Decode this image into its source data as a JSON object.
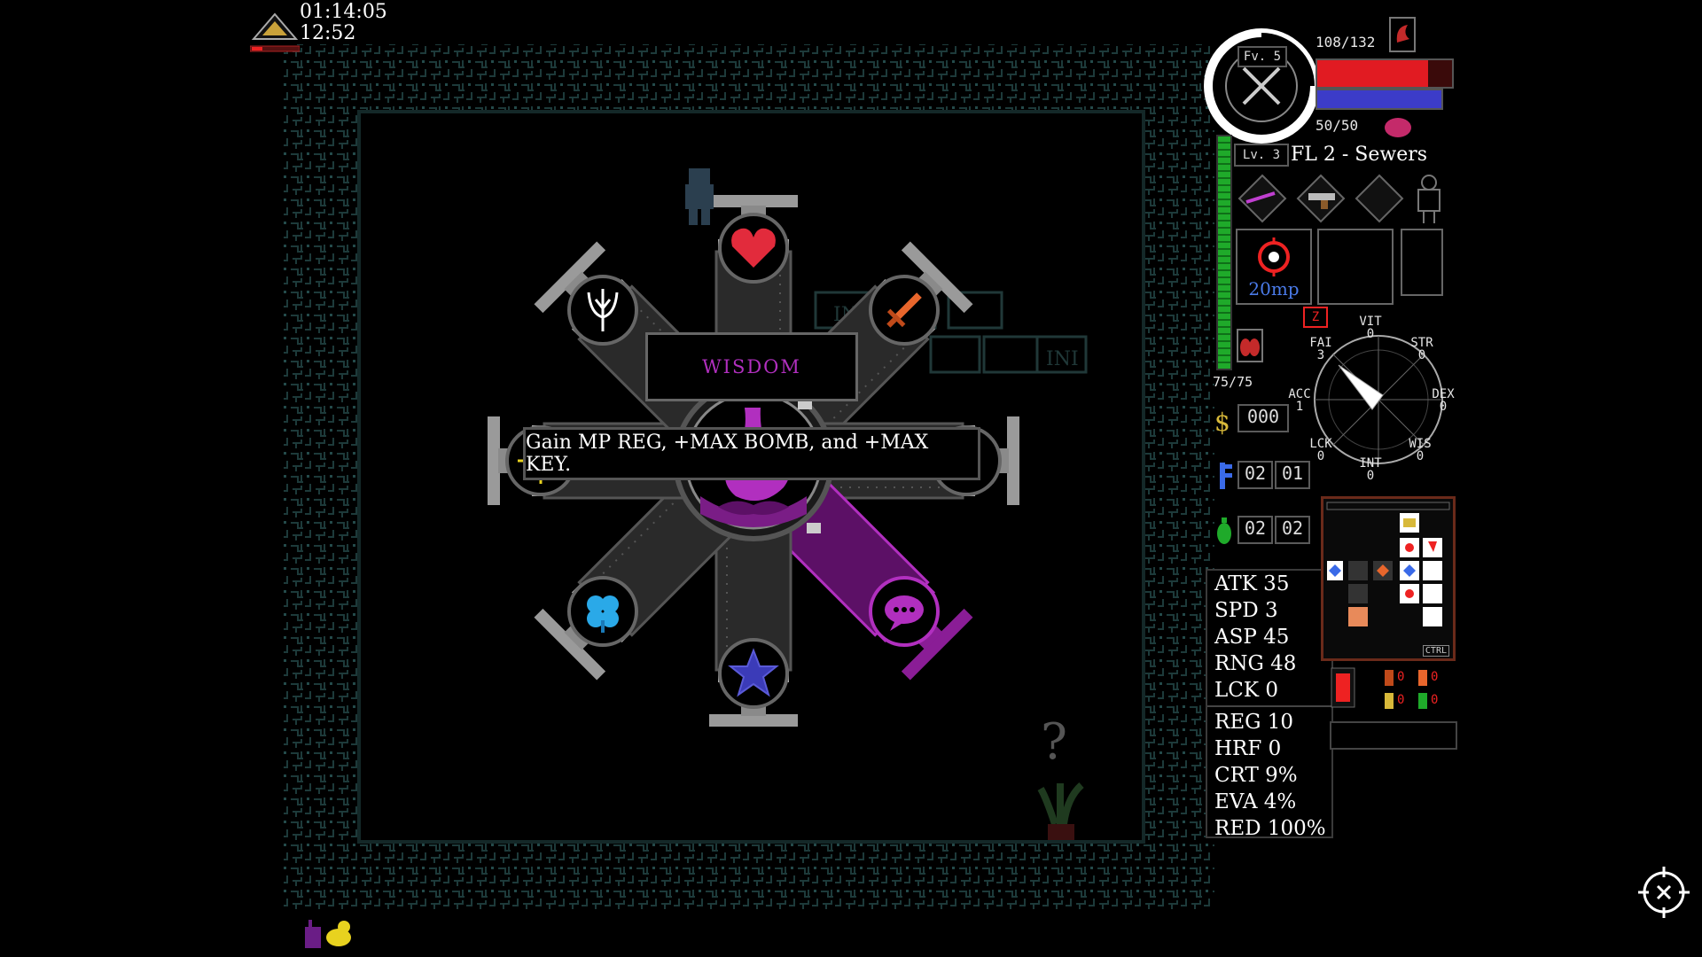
{
  "clock": {
    "elapsed": "01:14:05",
    "time": "12:52"
  },
  "altar": {
    "selected_stat": "WISDOM",
    "tooltip": "Gain MP REG, +MAX BOMB, and +MAX KEY.",
    "syringes": [
      {
        "name": "vitality",
        "icon": "heart-icon",
        "color": "#e22b3c"
      },
      {
        "name": "strength",
        "icon": "sword-icon",
        "color": "#e8662c"
      },
      {
        "name": "dexterity",
        "icon": "hand-icon",
        "color": "#2fbf4f"
      },
      {
        "name": "wisdom",
        "icon": "speech-bubble-icon",
        "color": "#b12fbf"
      },
      {
        "name": "intelligence",
        "icon": "star-icon",
        "color": "#3b3bb8"
      },
      {
        "name": "luck",
        "icon": "clover-icon",
        "color": "#2aa9e8"
      },
      {
        "name": "accuracy",
        "icon": "crosshair-icon",
        "color": "#e8d21f"
      },
      {
        "name": "faith",
        "icon": "trident-icon",
        "color": "#ffffff"
      }
    ]
  },
  "player": {
    "fv_level": "Fv. 5",
    "level": "Lv. 3",
    "floor": "FL 2 - Sewers",
    "hp": "108/132",
    "hp_fraction": 0.82,
    "mp": "50/50",
    "mp_fraction": 1.0,
    "stamina": "75/75",
    "spell_cost": "20mp",
    "spell_key": "Z"
  },
  "compass": {
    "labels": [
      {
        "key": "VIT",
        "value": "0"
      },
      {
        "key": "STR",
        "value": "0"
      },
      {
        "key": "DEX",
        "value": "0"
      },
      {
        "key": "WIS",
        "value": "0"
      },
      {
        "key": "INT",
        "value": "0"
      },
      {
        "key": "LCK",
        "value": "0"
      },
      {
        "key": "ACC",
        "value": "1"
      },
      {
        "key": "FAI",
        "value": "3"
      }
    ]
  },
  "counters": {
    "gold": "000",
    "keys_current": "02",
    "keys_max": "01",
    "bombs_current": "02",
    "bombs_max": "02"
  },
  "stats": [
    "ATK 35",
    "SPD 3",
    "ASP 45",
    "RNG 48",
    "LCK 0",
    "REG 10",
    "HRF 0",
    "CRT 9%",
    "EVA 4%",
    "RED 100%"
  ],
  "minimap": {
    "key_label": "CTRL"
  },
  "resources": {
    "small_counts": [
      "0",
      "0",
      "0",
      "0"
    ]
  },
  "colors": {
    "hp": "#e11b22",
    "mp": "#3c3cc8",
    "stamina": "#1faa2a",
    "wisdom": "#b12fbf",
    "vine": "#1b3636"
  }
}
